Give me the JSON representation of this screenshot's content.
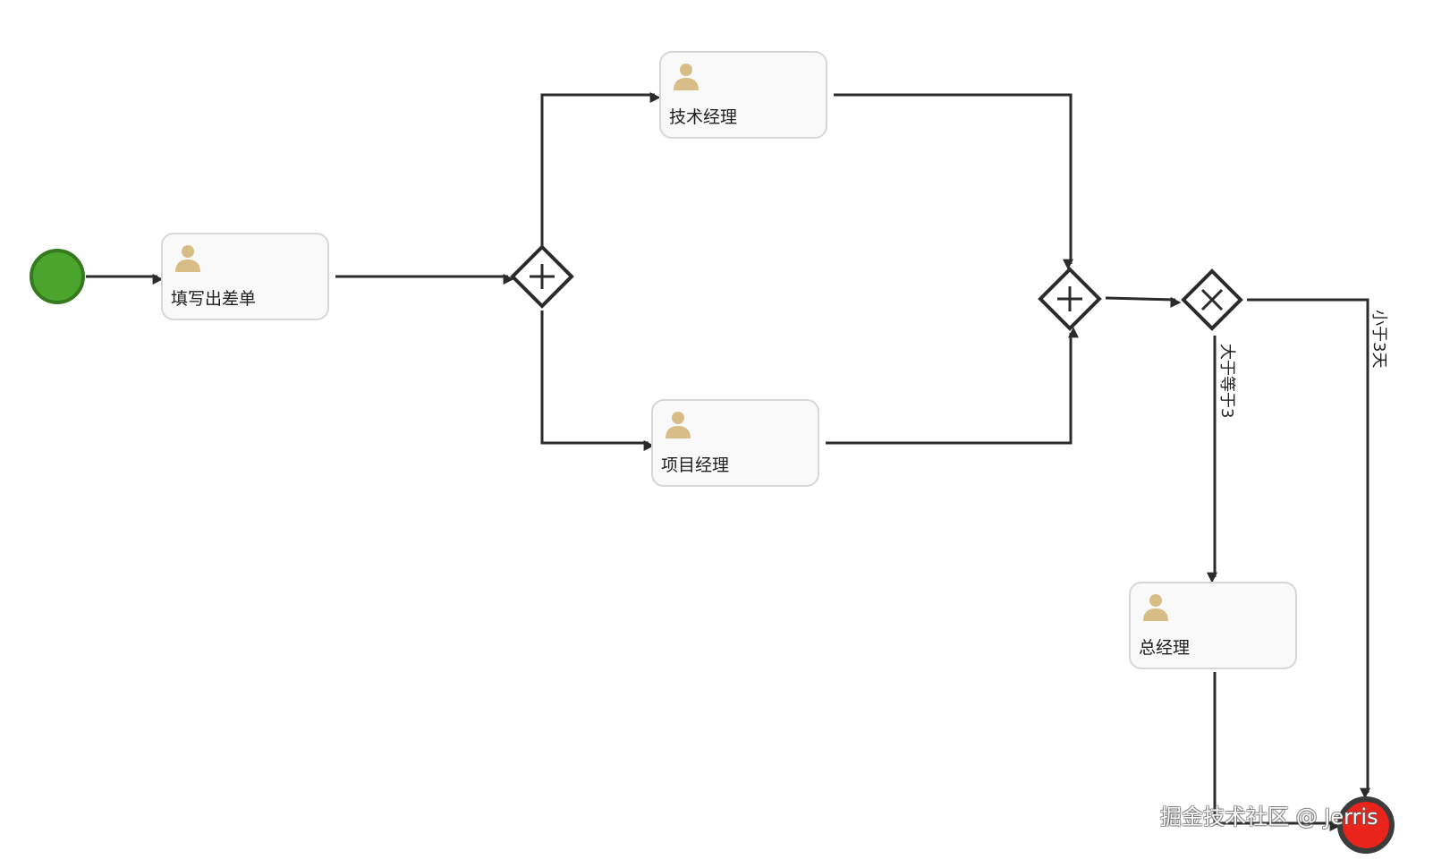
{
  "colors": {
    "start_fill": "#4ba52c",
    "start_stroke": "#357a1f",
    "end_fill": "#e8241b",
    "end_stroke": "#3c3c3c",
    "line": "#2b2b2b",
    "task_fill": "#f9f9f9",
    "task_border": "#d7d7d7",
    "user_icon": "#d9bd86"
  },
  "tasks": [
    {
      "label": "填写出差单",
      "icon": "user-icon"
    },
    {
      "label": "技术经理",
      "icon": "user-icon"
    },
    {
      "label": "项目经理",
      "icon": "user-icon"
    },
    {
      "label": "总经理",
      "icon": "user-icon"
    }
  ],
  "gateways": [
    {
      "type": "parallel",
      "icon": "plus-icon"
    },
    {
      "type": "parallel",
      "icon": "plus-icon"
    },
    {
      "type": "exclusive",
      "icon": "cross-icon"
    }
  ],
  "conditions": [
    {
      "label": "大于等于3"
    },
    {
      "label": "小于3天"
    }
  ],
  "watermark": "掘金技术社区 @ Jerris"
}
